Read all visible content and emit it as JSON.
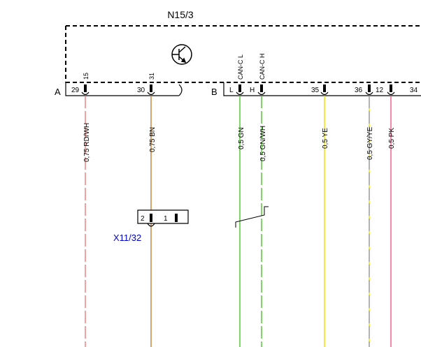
{
  "component": {
    "name": "N15/3"
  },
  "connector_a": {
    "label": "A",
    "pins": [
      "29",
      "30"
    ],
    "terminals": [
      "15",
      "31"
    ]
  },
  "connector_b": {
    "label": "B",
    "pins": [
      "L",
      "H",
      "35",
      "36",
      "12",
      "34"
    ],
    "terminals": [
      "CAN-C L",
      "CAN-C H"
    ]
  },
  "wires": [
    {
      "label": "0,75 RD/WH",
      "color": "#f08080",
      "dash": "long",
      "stripe": "#ffffff"
    },
    {
      "label": "0,75 BN",
      "color": "#cd853f",
      "dash": "solid"
    },
    {
      "label": "0,5 GN",
      "color": "#55cc33",
      "dash": "solid"
    },
    {
      "label": "0,5 GN/WH",
      "color": "#55cc33",
      "dash": "long",
      "stripe": "#ffffff"
    },
    {
      "label": "0,5 YE",
      "color": "#f0e400",
      "dash": "solid"
    },
    {
      "label": "0,5 GY/YE",
      "color": "#999999",
      "dash": "long",
      "stripe": "#f0e400"
    },
    {
      "label": "0,5 PK",
      "color": "#f06090",
      "dash": "solid"
    }
  ],
  "plug": {
    "name": "X11/32",
    "pins": [
      "2",
      "1"
    ]
  },
  "colors": {
    "line": "#000000",
    "plug_label": "#0000cc"
  }
}
